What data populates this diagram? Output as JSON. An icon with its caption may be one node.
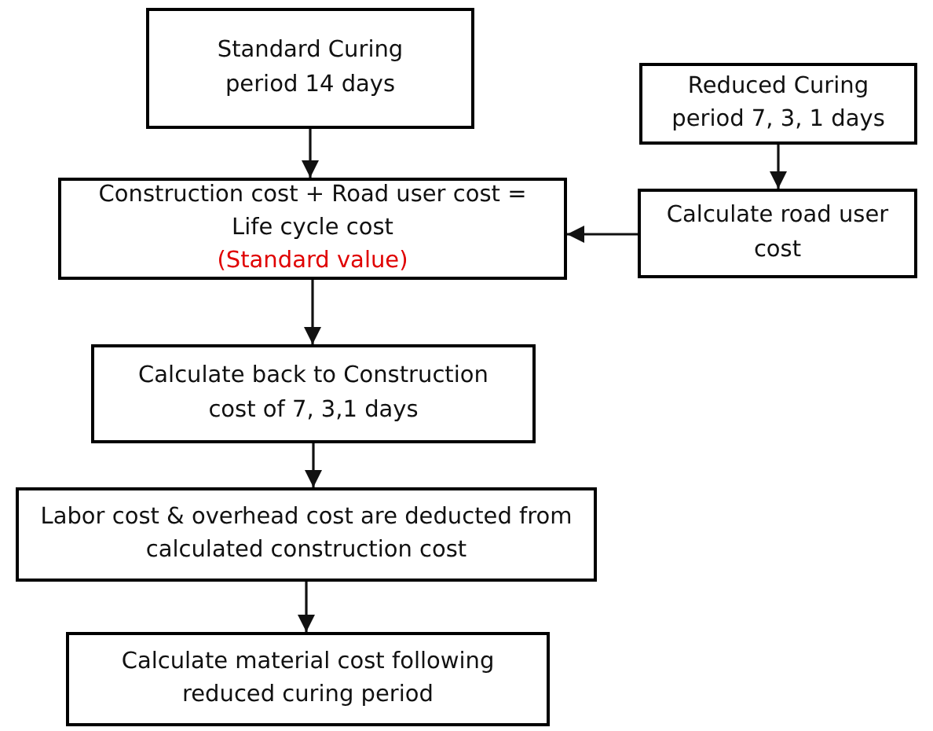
{
  "diagram": {
    "nodes": [
      {
        "text": [
          "Standard Curing period 14 days"
        ]
      },
      {
        "text": [
          "Reduced Curing period 7, 3, 1 days"
        ]
      },
      {
        "text": [
          "Construction cost + Road user cost = Life cycle cost",
          "(Standard value)"
        ]
      },
      {
        "text": [
          "Calculate road user cost"
        ]
      },
      {
        "text": [
          "Calculate back to Construction cost of 7, 3,1 days"
        ]
      },
      {
        "text": [
          "Labor cost & overhead cost are deducted from calculated construction cost"
        ]
      },
      {
        "text": [
          "Calculate material cost following reduced curing period"
        ]
      }
    ],
    "edges": [
      {
        "from": 0,
        "to": 2,
        "arrow": "to"
      },
      {
        "from": 1,
        "to": 3,
        "arrow": "to"
      },
      {
        "from": 3,
        "to": 2,
        "arrow": "to"
      },
      {
        "from": 2,
        "to": 4,
        "arrow": "to"
      },
      {
        "from": 4,
        "to": 5,
        "arrow": "to"
      },
      {
        "from": 5,
        "to": 6,
        "arrow": "to"
      }
    ]
  }
}
